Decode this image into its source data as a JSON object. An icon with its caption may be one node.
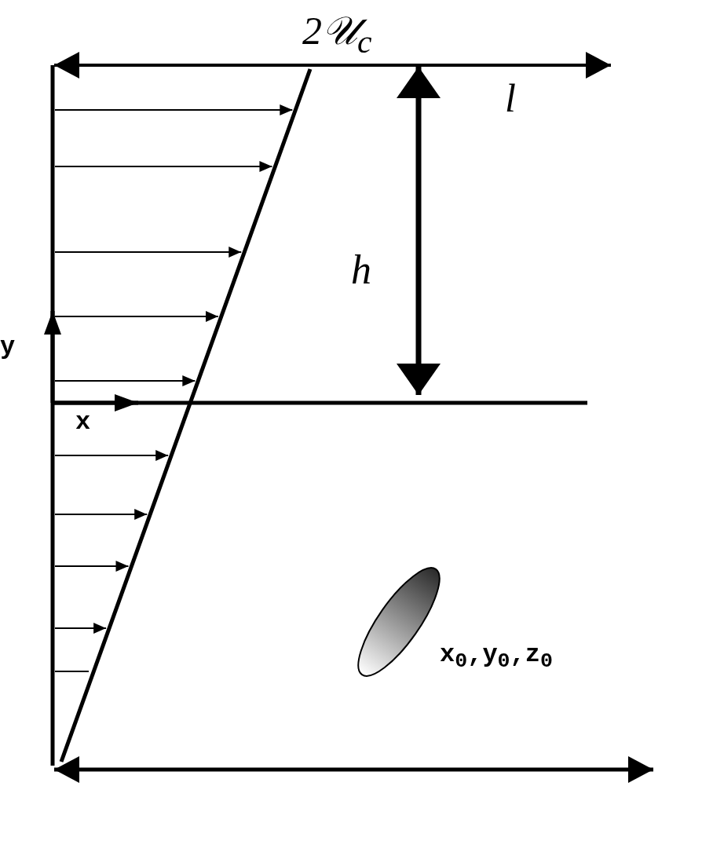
{
  "diagram": {
    "labels": [
      "2𝒰$_{c}$",
      "l",
      "h",
      "y",
      "x",
      "x$_{0}$,y$_{0}$,z$_{0}$"
    ]
  }
}
